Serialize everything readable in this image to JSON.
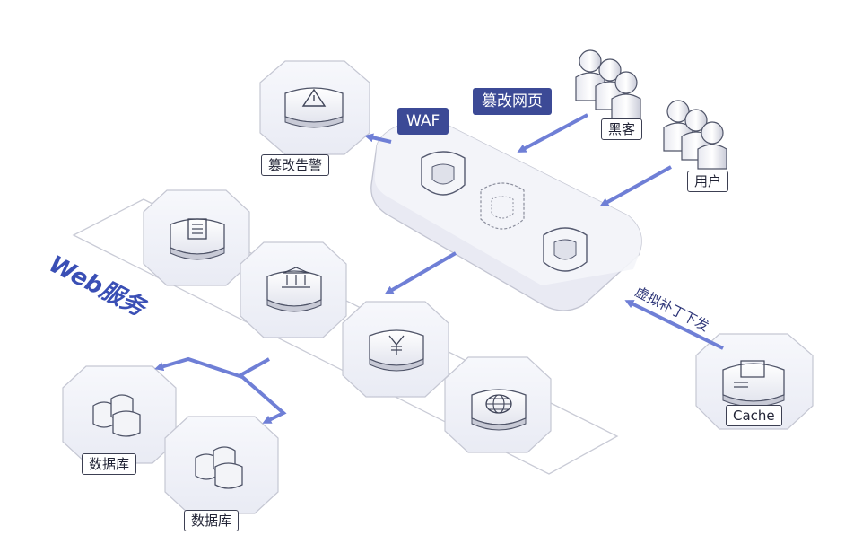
{
  "labels": {
    "alert": "篡改告警",
    "waf": "WAF",
    "tamper": "篡改网页",
    "hacker": "黑客",
    "user": "用户",
    "web_service": "Web服务",
    "virtual_patch": "虚拟补丁下发",
    "cache": "Cache",
    "database_1": "数据库",
    "database_2": "数据库"
  },
  "colors": {
    "arrow": "#6f7fd6",
    "accent_dark": "#3c4a96",
    "section_text": "#3a4fb5",
    "outline": "#c8cad6"
  },
  "icons": {
    "alert_icon": "warning-triangle-icon",
    "waf_shield": "shield-icon",
    "web_server_1": "document-server-icon",
    "web_server_2": "bank-server-icon",
    "web_server_3": "yen-server-icon",
    "web_server_4": "globe-server-icon",
    "cache_icon": "cache-server-icon",
    "database_icon": "database-cluster-icon",
    "person_icon": "person-group-icon"
  }
}
